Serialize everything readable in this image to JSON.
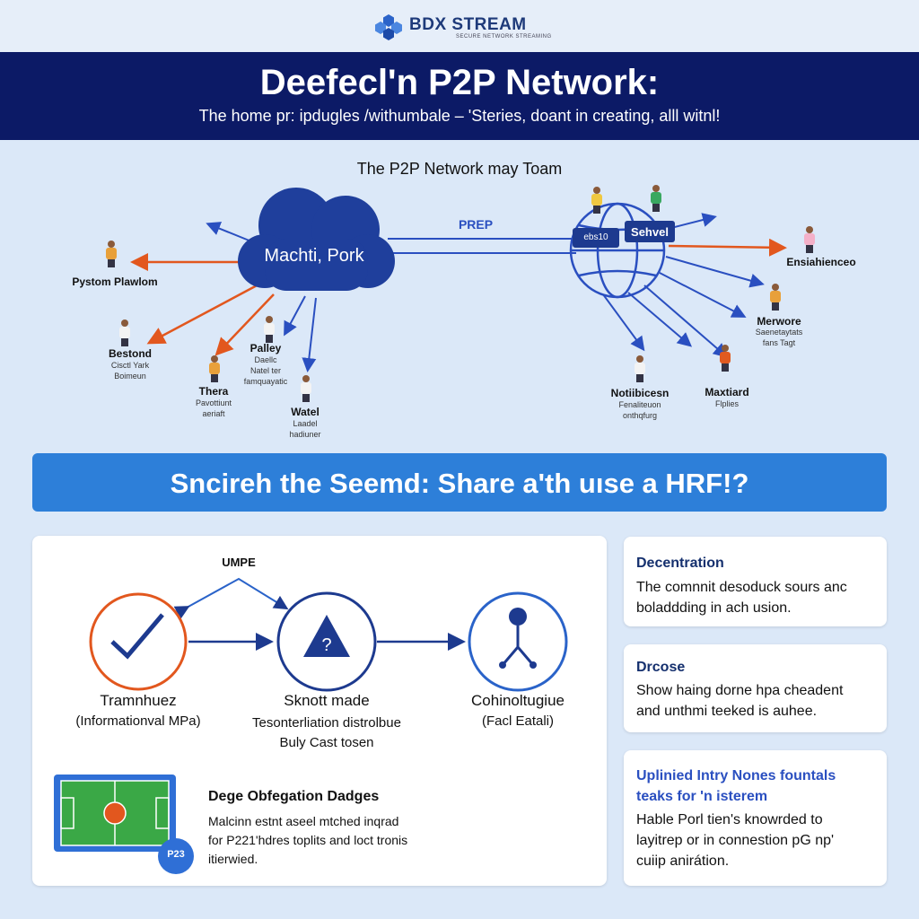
{
  "brand": {
    "name": "BDX STREAM",
    "tagline": "SECURE NETWORK STREAMING"
  },
  "header": {
    "title": "Deefecl'n P2P Network:",
    "subtitle": "The home pr: ipdugles /withumbale – 'Steries, doant in creating, alll witnl!"
  },
  "network": {
    "title": "The P2P Network may Toam",
    "cloud_label": "Machti, Pork",
    "link_label": "PREP",
    "hub_tags": [
      "ebs10",
      "Sehvel"
    ],
    "nodes": [
      {
        "name": "Pystom Plawlom",
        "detail": ""
      },
      {
        "name": "Bestond",
        "detail": "Cisctl Yark\nBoimeun"
      },
      {
        "name": "Thera",
        "detail": "Pavottiunt\naeriaft"
      },
      {
        "name": "Palley",
        "detail": "Daellc\nNatel ter\nfamquayatic"
      },
      {
        "name": "Watel",
        "detail": "Laadel\nhadiuner"
      },
      {
        "name": "Ensiahienceo",
        "detail": ""
      },
      {
        "name": "Merwore",
        "detail": "Saenetaytats\nfans Tagt"
      },
      {
        "name": "Notiibicesn",
        "detail": "Fenaliteuon\nonthqfurg"
      },
      {
        "name": "Maxtiard",
        "detail": "Flplies"
      }
    ]
  },
  "banner": {
    "text": "Sncireh the Seemd: Share a'th uıse a HRF!?"
  },
  "flow": {
    "top_label": "UMPE",
    "steps": [
      {
        "title": "Tramnhuez",
        "detail": "(Informationval MPa)"
      },
      {
        "title": "Sknott made",
        "detail": "Tesonterliation distrolbue\nBuly Cast tosen"
      },
      {
        "title": "Cohinoltugiue",
        "detail": "(Facl Eatali)"
      }
    ],
    "badge": {
      "title": "Dege Obfegation Dadges",
      "body": "Malcinn estnt aseel mtched inqrad\nfor P221'hdres toplits and loct tronis\nitierwied.",
      "tag": "P23"
    }
  },
  "cards": [
    {
      "title": "Decentration",
      "body": "The comnnit desoduck sours anc\nboladdding in ach usion."
    },
    {
      "title": "Drcose",
      "body": "Show haing dorne hpa cheadent\nand unthmi teeked is auhee."
    },
    {
      "title": "Uplinied Intry Nones fountals\nteaks for 'n isterem",
      "body": "Hable Porl tien's knowrded to\nlayitrep or in connestion pG np'\ncuiip anirátion."
    }
  ],
  "colors": {
    "navy": "#0c1a66",
    "blue": "#2d7fd9",
    "orange": "#e2571e",
    "arrow_blue": "#2a4fc0",
    "cloud": "#1f3f9c"
  }
}
